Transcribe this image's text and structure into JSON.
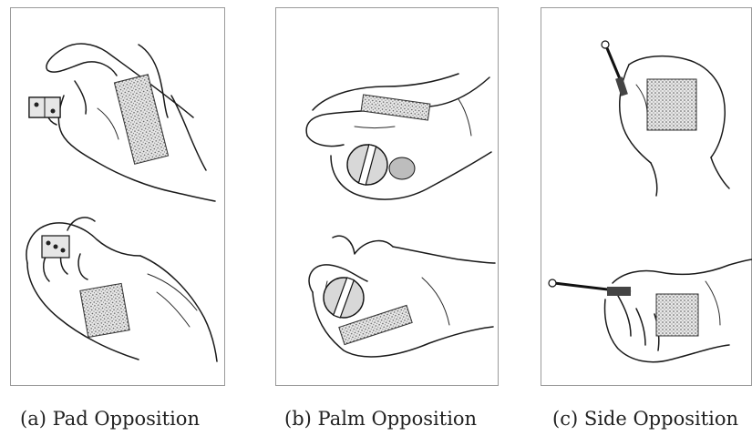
{
  "figure": {
    "panels": [
      {
        "id": "a",
        "caption": "(a) Pad Opposition",
        "object": "dice",
        "contact": "pad-stipple"
      },
      {
        "id": "b",
        "caption": "(b) Palm Opposition",
        "object": "screw-knob",
        "contact": "palm-stipple"
      },
      {
        "id": "c",
        "caption": "(c) Side Opposition",
        "object": "key",
        "contact": "side-stipple"
      }
    ]
  }
}
